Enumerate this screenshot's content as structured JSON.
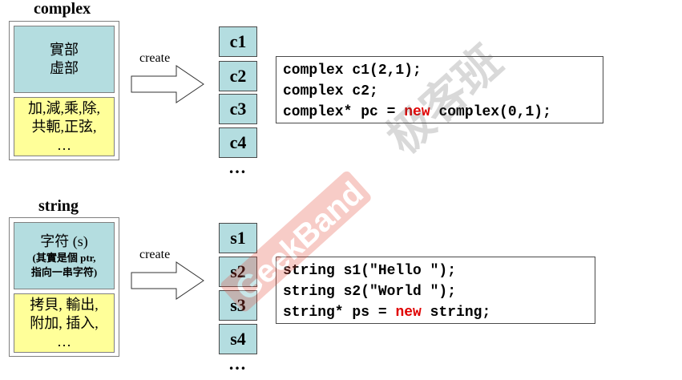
{
  "complex": {
    "title": "complex",
    "top_lines": [
      "實部",
      "虛部"
    ],
    "bottom_lines": [
      "加,減,乘,除,",
      "共軛,正弦,",
      "…"
    ],
    "create_label": "create",
    "cells": [
      "c1",
      "c2",
      "c3",
      "c4"
    ],
    "dots": "…",
    "code": {
      "line1": "complex c1(2,1);",
      "line2": "complex c2;",
      "line3_pre": "complex* pc = ",
      "line3_kw": "new",
      "line3_post": " complex(0,1);"
    }
  },
  "string": {
    "title": "string",
    "top_lines": [
      "字符 (s)",
      "(其實是個 ptr,",
      "指向一串字符)"
    ],
    "bottom_lines": [
      "拷貝, 輸出,",
      "附加, 插入,",
      "…"
    ],
    "create_label": "create",
    "cells": [
      "s1",
      "s2",
      "s3",
      "s4"
    ],
    "dots": "…",
    "code": {
      "line1": "string s1(\"Hello \");",
      "line2": "string s2(\"World \");",
      "line3_pre": "string* ps = ",
      "line3_kw": "new",
      "line3_post": " string;"
    }
  },
  "watermark": {
    "text_main": "GeekBand",
    "text_cn": "极客班",
    "color": "#e64a3b"
  },
  "colors": {
    "cell_fill": "#b4dde0",
    "method_fill": "#ffff99",
    "keyword": "#e00000"
  }
}
